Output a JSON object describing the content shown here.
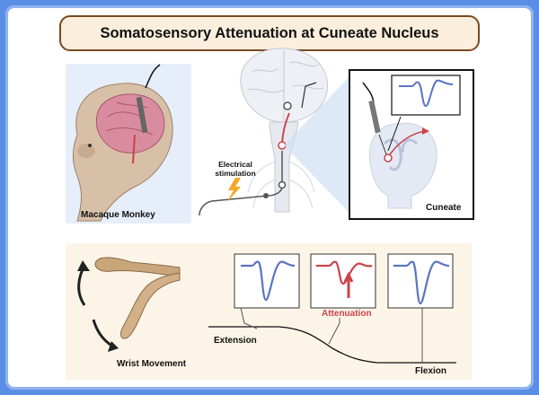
{
  "title": "Somatosensory Attenuation at Cuneate Nucleus",
  "labels": {
    "monkey": "Macaque Monkey",
    "stim_line1": "Electrical",
    "stim_line2": "stimulation",
    "cuneate": "Cuneate",
    "wrist": "Wrist Movement",
    "extension": "Extension",
    "flexion": "Flexion",
    "attenuation": "Attenuation"
  },
  "colors": {
    "trace_blue": "#5b74c4",
    "trace_red": "#c9444a",
    "brain_pink": "#d98ca0",
    "title_border": "#7a4a22",
    "title_fill": "#fbeedd"
  }
}
